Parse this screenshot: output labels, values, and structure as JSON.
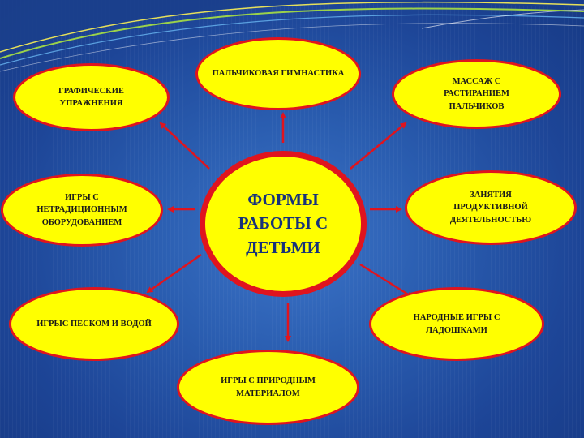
{
  "diagram": {
    "center": "ФОРМЫ РАБОТЫ С ДЕТЬМИ",
    "nodes": [
      {
        "id": "finger-gymnastics",
        "label": "ПАЛЬЧИКОВАЯ ГИМНАСТИКА"
      },
      {
        "id": "graphic-exercises",
        "label": "ГРАФИЧЕСКИЕ УПРАЖНЕНИЯ"
      },
      {
        "id": "finger-massage",
        "label": "МАССАЖ   С РАСТИРАНИЕМ ПАЛЬЧИКОВ"
      },
      {
        "id": "nontraditional-equipment",
        "label": "ИГРЫ С НЕТРАДИЦИОННЫМ ОБОРУДОВАНИЕМ"
      },
      {
        "id": "productive-activity",
        "label": "ЗАНЯТИЯ ПРОДУКТИВНОЙ ДЕЯТЕЛЬНОСТЬЮ"
      },
      {
        "id": "sand-water-games",
        "label": "ИГРЫС ПЕСКОМ И ВОДОЙ"
      },
      {
        "id": "folk-palm-games",
        "label": "НАРОДНЫЕ ИГРЫ С ЛАДОШКАМИ"
      },
      {
        "id": "natural-material-games",
        "label": "ИГРЫ С ПРИРОДНЫМ МАТЕРИАЛОМ"
      }
    ]
  },
  "colors": {
    "node_fill": "#ffff00",
    "node_border": "#e0141e",
    "arrow": "#e0141e",
    "center_text": "#17327a",
    "background": "#2a5db0"
  }
}
